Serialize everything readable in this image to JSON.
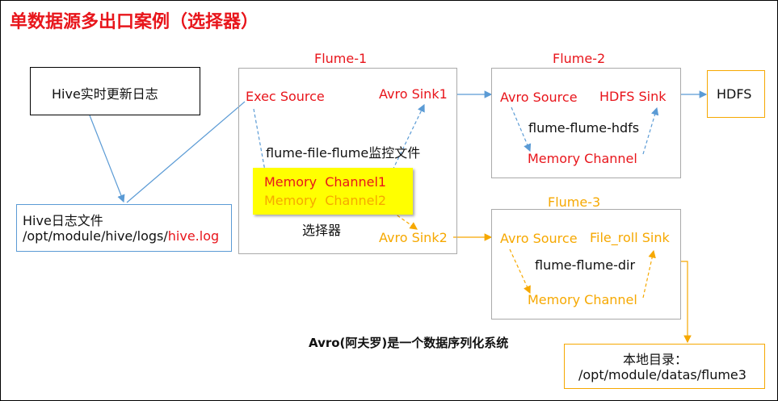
{
  "title": "单数据源多出口案例（选择器）",
  "log_box": {
    "label": "Hive实时更新日志"
  },
  "hive_file": {
    "line1": "Hive日志文件",
    "path_prefix": "/opt/module/hive/logs/",
    "path_file": "hive.log"
  },
  "flume1": {
    "label": "Flume-1",
    "exec_source": "Exec Source",
    "avro_sink1": "Avro Sink1",
    "avro_sink2": "Avro Sink2",
    "config": "flume-file-flume监控文件",
    "channel1": "Memory  Channel1",
    "channel2": "Memory  Channel2",
    "selector": "选择器"
  },
  "flume2": {
    "label": "Flume-2",
    "avro_source": "Avro Source",
    "hdfs_sink": "HDFS Sink",
    "config": "flume-flume-hdfs",
    "channel": "Memory Channel"
  },
  "flume3": {
    "label": "Flume-3",
    "avro_source": "Avro Source",
    "file_roll_sink": "File_roll Sink",
    "config": "flume-flume-dir",
    "channel": "Memory Channel"
  },
  "hdfs": {
    "label": "HDFS"
  },
  "local_dir": {
    "line1": "本地目录：",
    "line2": "/opt/module/datas/flume3"
  },
  "note": "Avro(阿夫罗)是一个数据序列化系统",
  "colors": {
    "red": "#e8151b",
    "orange": "#f6a800",
    "blue": "#5b9bd5",
    "yellow_highlight": "#ffff00"
  }
}
